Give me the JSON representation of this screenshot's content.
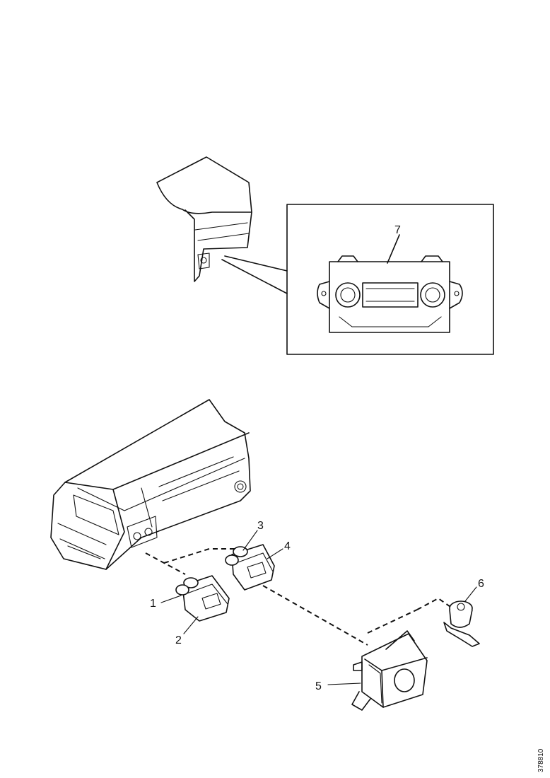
{
  "diagram": {
    "callouts": [
      "1",
      "2",
      "3",
      "4",
      "5",
      "6",
      "7"
    ],
    "figure_id": "378810"
  }
}
